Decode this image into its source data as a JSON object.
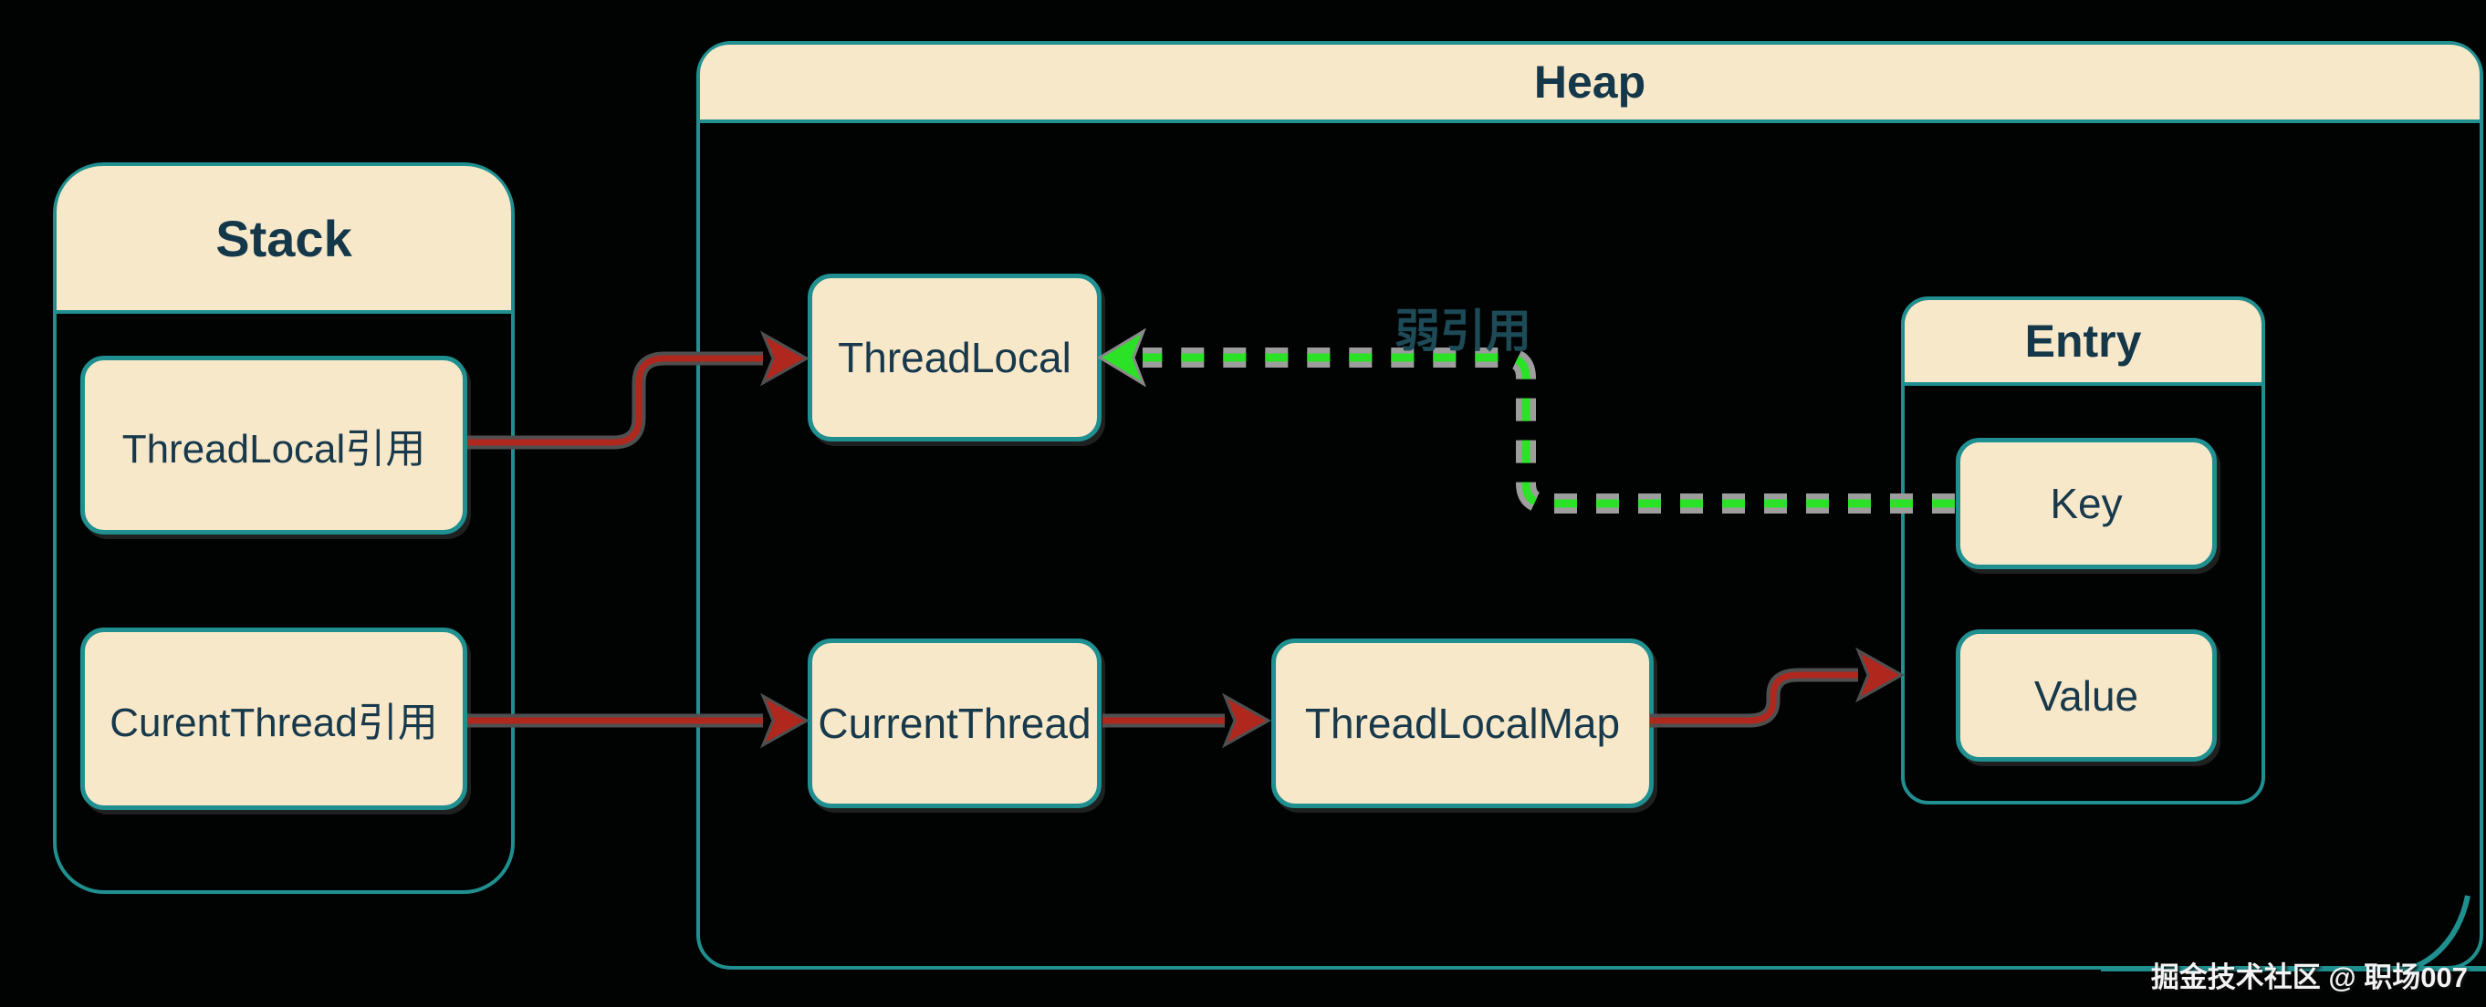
{
  "diagram": {
    "stack": {
      "title": "Stack",
      "items": [
        {
          "label": "ThreadLocal引用"
        },
        {
          "label": "CurentThread引用"
        }
      ]
    },
    "heap": {
      "title": "Heap",
      "nodes": {
        "thread_local": "ThreadLocal",
        "current_thread": "CurrentThread",
        "thread_local_map": "ThreadLocalMap"
      },
      "entry": {
        "title": "Entry",
        "key": "Key",
        "value": "Value"
      }
    },
    "labels": {
      "weak_reference": "弱引用"
    },
    "watermark": "掘金技术社区 @ 职场007",
    "colors": {
      "panel_fill": "#f8e8ca",
      "border_teal": "#1f8f90",
      "text_dark": "#17394b",
      "strong_ref_arrow": "#b0271e",
      "weak_ref_arrow": "#2be226",
      "background": "#010302",
      "watermark_text": "#f3f3f3"
    }
  }
}
